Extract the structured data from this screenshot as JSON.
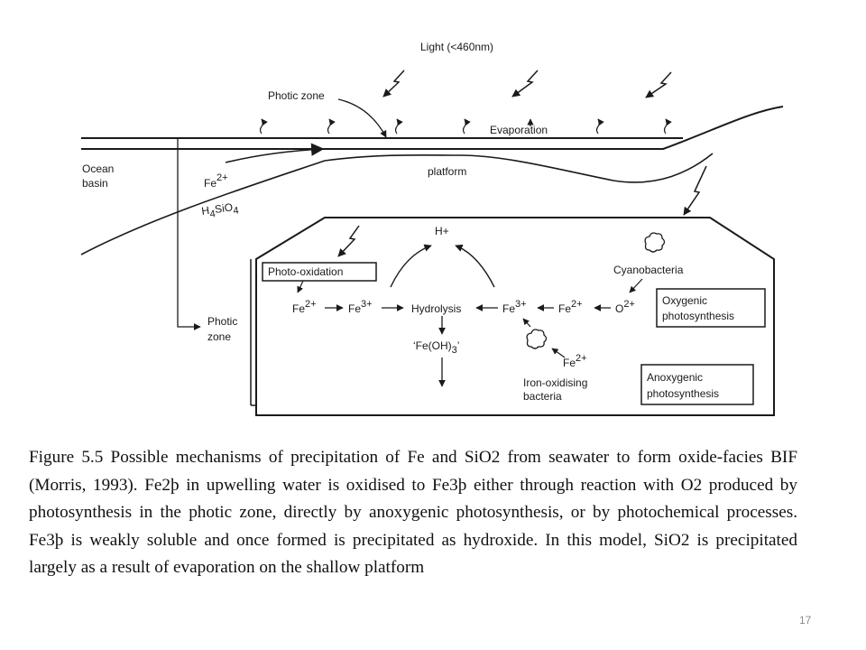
{
  "diagram": {
    "light": "Light (<460nm)",
    "photic_zone_top": "Photic zone",
    "evaporation": "Evaporation",
    "ocean_basin": [
      "Ocean",
      "basin"
    ],
    "platform": "platform",
    "fe2_inflow": {
      "base": "Fe",
      "sup": "2+"
    },
    "h4sio4": {
      "a": "H",
      "b": "4",
      "c": "SiO",
      "d": "4"
    },
    "h_plus": "H+",
    "photo_oxidation": "Photo-oxidation",
    "cyanobacteria": "Cyanobacteria",
    "photic_zone_side": [
      "Photic",
      "zone"
    ],
    "chain": {
      "fe2_left": {
        "base": "Fe",
        "sup": "2+"
      },
      "fe3_left": {
        "base": "Fe",
        "sup": "3+"
      },
      "hydrolysis": "Hydrolysis",
      "fe3_right": {
        "base": "Fe",
        "sup": "3+"
      },
      "fe2_right": {
        "base": "Fe",
        "sup": "2+"
      },
      "o2": {
        "base": "O",
        "sup": "2+"
      }
    },
    "feoh3": {
      "base": "‘Fe(OH)",
      "sub": "3",
      "end": "’"
    },
    "fe2_lower": {
      "base": "Fe",
      "sup": "2+"
    },
    "iron_oxidising": [
      "Iron-oxidising",
      "bacteria"
    ],
    "oxygenic": [
      "Oxygenic",
      "photosynthesis"
    ],
    "anoxygenic": [
      "Anoxygenic",
      "photosynthesis"
    ]
  },
  "caption": "Figure 5.5 Possible mechanisms of precipitation of Fe and SiO2 from seawater to form oxide-facies BIF (Morris, 1993). Fe2þ in upwelling water is oxidised to Fe3þ either through reaction with O2 produced by photosynthesis in the photic zone, directly by anoxygenic photosynthesis, or by photochemical processes. Fe3þ is weakly soluble and once formed is precipitated as hydroxide. In this model, SiO2 is precipitated largely as a result of evaporation on the shallow platform",
  "page_number": "17"
}
